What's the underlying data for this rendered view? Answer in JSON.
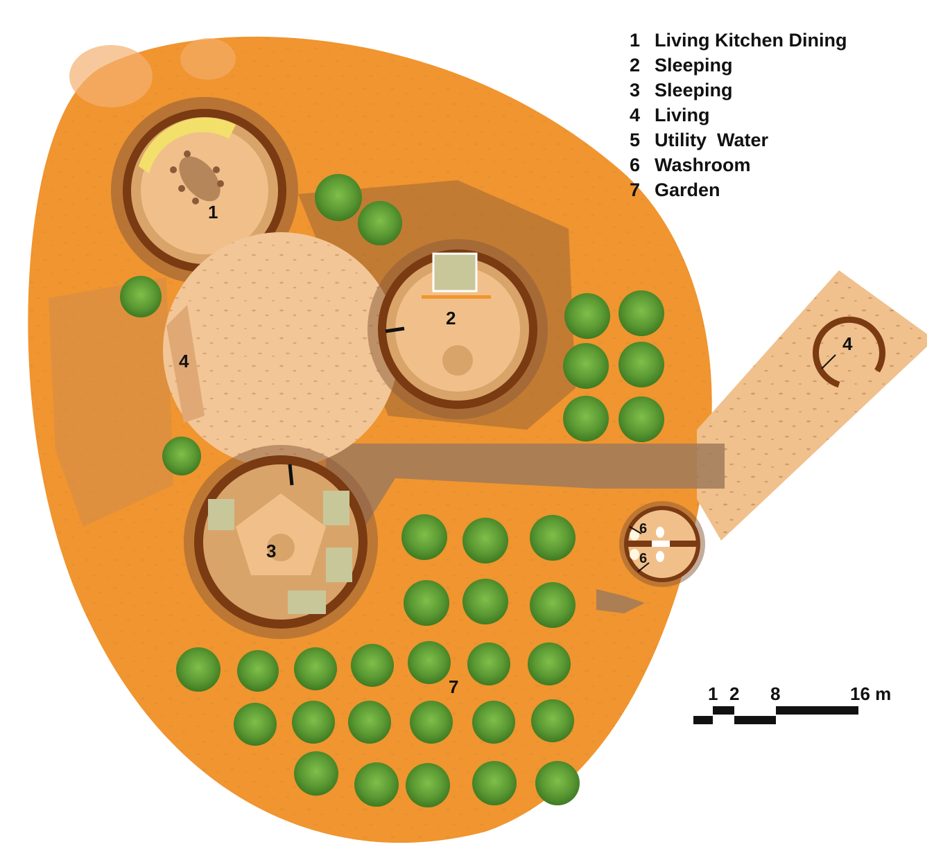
{
  "legend": [
    {
      "num": "1",
      "label": "Living Kitchen Dining"
    },
    {
      "num": "2",
      "label": "Sleeping"
    },
    {
      "num": "3",
      "label": "Sleeping"
    },
    {
      "num": "4",
      "label": "Living"
    },
    {
      "num": "5",
      "label": "Utility  Water"
    },
    {
      "num": "6",
      "label": "Washroom"
    },
    {
      "num": "7",
      "label": "Garden"
    }
  ],
  "room_labels": {
    "r1": "1",
    "r2": "2",
    "r3": "3",
    "r4_main": "4",
    "r4_annex": "4",
    "r6_top": "6",
    "r6_bottom": "6",
    "r7": "7"
  },
  "scale_bar": {
    "labels": [
      "1",
      "2",
      "8",
      "16 m"
    ]
  },
  "colors": {
    "site": "#f0952f",
    "hut_wall": "#7a3a12",
    "floor": "#f1c08a",
    "courtyard": "#f2c697",
    "path": "#a07a5a",
    "shrub": "#6aa43c",
    "shadow": "#8a5a3a"
  }
}
